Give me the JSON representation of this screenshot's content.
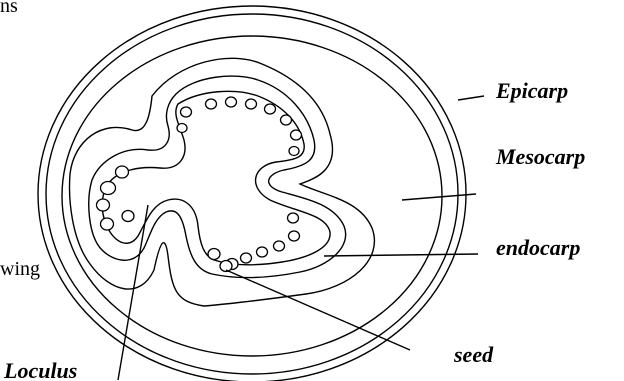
{
  "fragments": {
    "top_left": "ns",
    "left_middle": "wing"
  },
  "labels": {
    "epicarp": "Epicarp",
    "mesocarp": "Mesocarp",
    "endocarp": "endocarp",
    "seed": "seed",
    "loculus": "Loculus"
  }
}
